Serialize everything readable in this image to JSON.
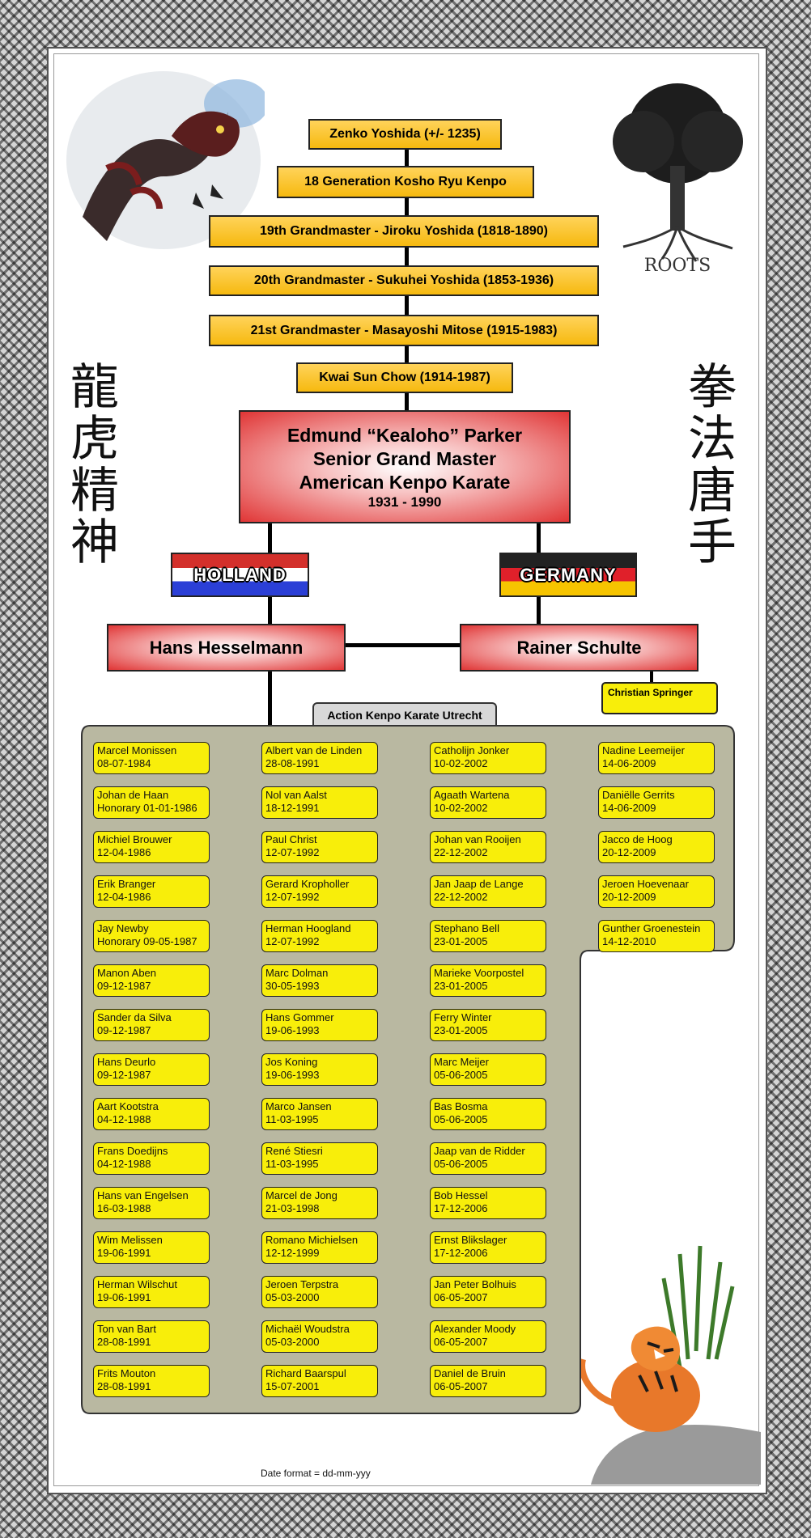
{
  "lineage": [
    "Zenko Yoshida (+/- 1235)",
    "18 Generation Kosho Ryu Kenpo",
    "19th Grandmaster - Jiroku Yoshida (1818-1890)",
    "20th Grandmaster - Sukuhei Yoshida (1853-1936)",
    "21st Grandmaster - Masayoshi Mitose (1915-1983)",
    "Kwai Sun Chow (1914-1987)"
  ],
  "master": {
    "name": "Edmund “Kealoho” Parker",
    "title": "Senior Grand Master",
    "style": "American Kenpo Karate",
    "years": "1931 - 1990"
  },
  "countries": {
    "left": "HOLLAND",
    "right": "GERMANY"
  },
  "instructors": {
    "left": "Hans Hesselmann",
    "right": "Rainer Schulte",
    "sub": "Christian Springer"
  },
  "school": "Action Kenpo Karate Utrecht",
  "kanji_left": [
    "龍",
    "虎",
    "精",
    "神"
  ],
  "kanji_right": [
    "拳",
    "法",
    "唐",
    "手"
  ],
  "tree_caption": "ROOTS",
  "members": [
    [
      {
        "name": "Marcel Monissen",
        "date": "08-07-1984"
      },
      {
        "name": "Johan de Haan",
        "date": "Honorary 01-01-1986"
      },
      {
        "name": "Michiel Brouwer",
        "date": "12-04-1986"
      },
      {
        "name": "Erik Branger",
        "date": "12-04-1986"
      },
      {
        "name": "Jay Newby",
        "date": "Honorary 09-05-1987"
      },
      {
        "name": "Manon Aben",
        "date": "09-12-1987"
      },
      {
        "name": "Sander da Silva",
        "date": "09-12-1987"
      },
      {
        "name": "Hans Deurlo",
        "date": "09-12-1987"
      },
      {
        "name": "Aart Kootstra",
        "date": "04-12-1988"
      },
      {
        "name": "Frans Doedijns",
        "date": "04-12-1988"
      },
      {
        "name": "Hans van Engelsen",
        "date": "16-03-1988"
      },
      {
        "name": "Wim Melissen",
        "date": "19-06-1991"
      },
      {
        "name": "Herman Wilschut",
        "date": "19-06-1991"
      },
      {
        "name": "Ton van Bart",
        "date": "28-08-1991"
      },
      {
        "name": "Frits Mouton",
        "date": "28-08-1991"
      }
    ],
    [
      {
        "name": "Albert van de Linden",
        "date": "28-08-1991"
      },
      {
        "name": "Nol van Aalst",
        "date": "18-12-1991"
      },
      {
        "name": "Paul Christ",
        "date": "12-07-1992"
      },
      {
        "name": "Gerard Kropholler",
        "date": "12-07-1992"
      },
      {
        "name": "Herman Hoogland",
        "date": "12-07-1992"
      },
      {
        "name": "Marc Dolman",
        "date": "30-05-1993"
      },
      {
        "name": "Hans Gommer",
        "date": "19-06-1993"
      },
      {
        "name": "Jos Koning",
        "date": "19-06-1993"
      },
      {
        "name": "Marco Jansen",
        "date": "11-03-1995"
      },
      {
        "name": "René Stiesri",
        "date": "11-03-1995"
      },
      {
        "name": "Marcel de Jong",
        "date": "21-03-1998"
      },
      {
        "name": "Romano Michielsen",
        "date": "12-12-1999"
      },
      {
        "name": "Jeroen Terpstra",
        "date": "05-03-2000"
      },
      {
        "name": "Michaël Woudstra",
        "date": "05-03-2000"
      },
      {
        "name": "Richard Baarspul",
        "date": "15-07-2001"
      }
    ],
    [
      {
        "name": "Catholijn Jonker",
        "date": "10-02-2002"
      },
      {
        "name": "Agaath Wartena",
        "date": "10-02-2002"
      },
      {
        "name": "Johan van Rooijen",
        "date": "22-12-2002"
      },
      {
        "name": "Jan Jaap de Lange",
        "date": "22-12-2002"
      },
      {
        "name": "Stephano Bell",
        "date": "23-01-2005"
      },
      {
        "name": "Marieke Voorpostel",
        "date": "23-01-2005"
      },
      {
        "name": "Ferry Winter",
        "date": "23-01-2005"
      },
      {
        "name": "Marc Meijer",
        "date": "05-06-2005"
      },
      {
        "name": "Bas Bosma",
        "date": "05-06-2005"
      },
      {
        "name": "Jaap van de Ridder",
        "date": "05-06-2005"
      },
      {
        "name": "Bob Hessel",
        "date": "17-12-2006"
      },
      {
        "name": "Ernst Blikslager",
        "date": "17-12-2006"
      },
      {
        "name": "Jan Peter Bolhuis",
        "date": "06-05-2007"
      },
      {
        "name": "Alexander Moody",
        "date": "06-05-2007"
      },
      {
        "name": "Daniel de Bruin",
        "date": "06-05-2007"
      }
    ],
    [
      {
        "name": "Nadine Leemeijer",
        "date": "14-06-2009"
      },
      {
        "name": "Daniëlle Gerrits",
        "date": "14-06-2009"
      },
      {
        "name": "Jacco de Hoog",
        "date": "20-12-2009"
      },
      {
        "name": "Jeroen Hoevenaar",
        "date": "20-12-2009"
      },
      {
        "name": "Gunther Groenestein",
        "date": "14-12-2010"
      }
    ]
  ],
  "footer": "Date format = dd-mm-yyy",
  "colors": {
    "gold": "#f6b90f",
    "member": "#f8ee0a",
    "panel": "#b9b8a1",
    "red": "#e03535"
  }
}
